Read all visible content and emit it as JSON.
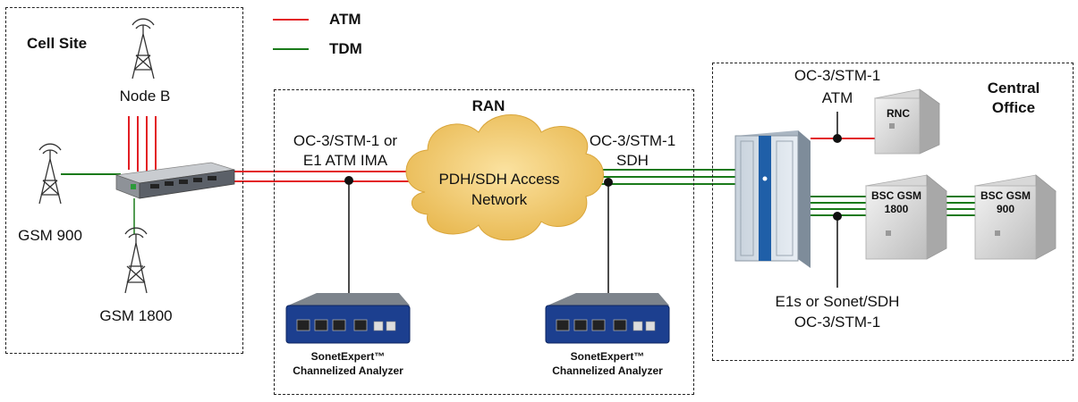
{
  "legend": {
    "items": [
      {
        "label": "ATM",
        "color": "#e31e24"
      },
      {
        "label": "TDM",
        "color": "#1a7a1a"
      }
    ]
  },
  "regions": {
    "cell_site": "Cell Site",
    "ran": "RAN",
    "central_office": "Central Office"
  },
  "towers": {
    "node_b": "Node B",
    "gsm900": "GSM 900",
    "gsm1800": "GSM 1800"
  },
  "links": {
    "left_line1": "OC-3/STM-1 or",
    "left_line2": "E1 ATM IMA",
    "right_line1": "OC-3/STM-1",
    "right_line2": "SDH",
    "co_top_line1": "OC-3/STM-1",
    "co_top_line2": "ATM",
    "co_bottom_line1": "E1s or Sonet/SDH",
    "co_bottom_line2": "OC-3/STM-1"
  },
  "cloud": {
    "line1": "PDH/SDH Access",
    "line2": "Network"
  },
  "analyzers": {
    "left_line1": "SonetExpert™",
    "left_line2": "Channelized Analyzer",
    "right_line1": "SonetExpert™",
    "right_line2": "Channelized Analyzer"
  },
  "servers": {
    "rnc": "RNC",
    "bsc1800_line1": "BSC GSM",
    "bsc1800_line2": "1800",
    "bsc900_line1": "BSC GSM",
    "bsc900_line2": "900"
  },
  "colors": {
    "atm": "#e31e24",
    "tdm": "#1a7a1a",
    "cloud": "#f0c060"
  }
}
